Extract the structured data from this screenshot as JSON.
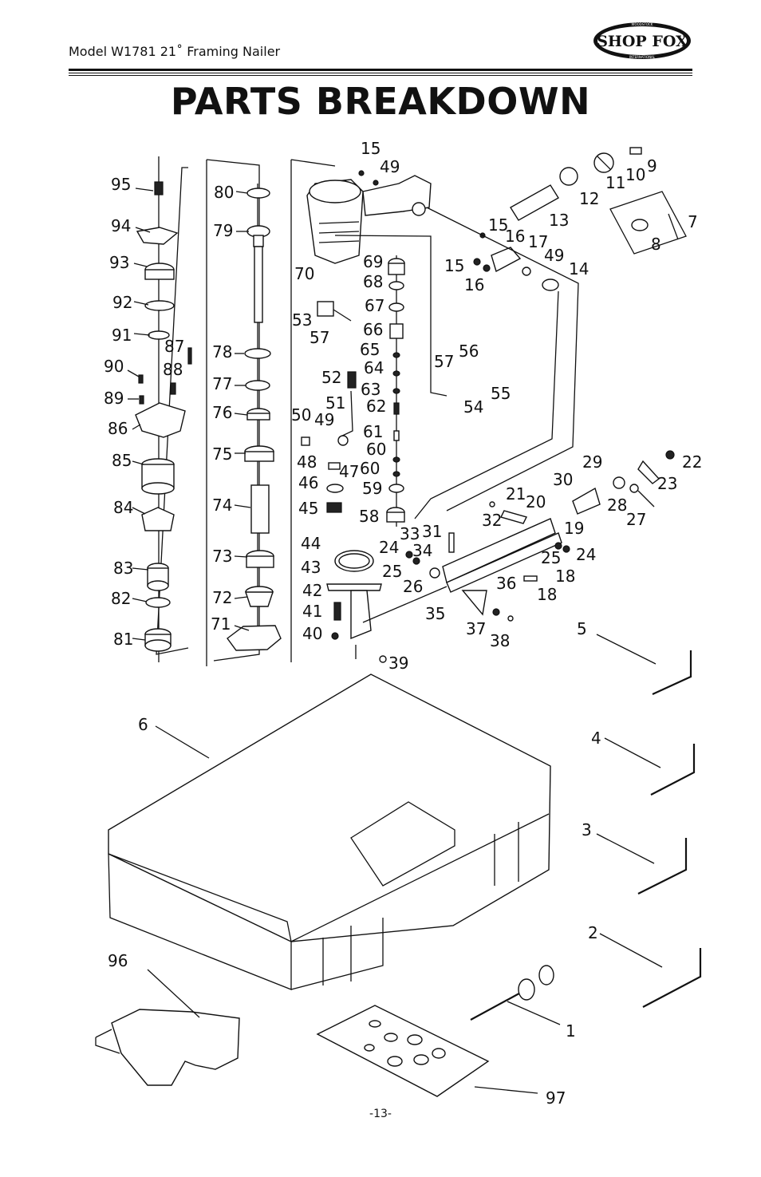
{
  "header": {
    "model": "Model W1781 21˚ Framing Nailer"
  },
  "logo": {
    "text": "SHOP FOX",
    "ring_top": "WOODSTOCK",
    "ring_bottom": "INTERNATIONAL"
  },
  "title": "PARTS BREAKDOWN",
  "labels": {
    "p1": "1",
    "p2": "2",
    "p3": "3",
    "p4": "4",
    "p5": "5",
    "p6": "6",
    "p7": "7",
    "p8": "8",
    "p9": "9",
    "p10": "10",
    "p11": "11",
    "p12": "12",
    "p13": "13",
    "p14": "14",
    "p15a": "15",
    "p15b": "15",
    "p15c": "15",
    "p16a": "16",
    "p16b": "16",
    "p17": "17",
    "p18a": "18",
    "p18b": "18",
    "p19": "19",
    "p20": "20",
    "p21": "21",
    "p22": "22",
    "p23": "23",
    "p24a": "24",
    "p24b": "24",
    "p25a": "25",
    "p25b": "25",
    "p26": "26",
    "p27": "27",
    "p28": "28",
    "p29": "29",
    "p30": "30",
    "p31": "31",
    "p32": "32",
    "p33": "33",
    "p34": "34",
    "p35": "35",
    "p36": "36",
    "p37": "37",
    "p38": "38",
    "p39": "39",
    "p40": "40",
    "p41": "41",
    "p42": "42",
    "p43": "43",
    "p44": "44",
    "p45": "45",
    "p46": "46",
    "p47": "47",
    "p48": "48",
    "p49a": "49",
    "p49b": "49",
    "p49c": "49",
    "p50": "50",
    "p51": "51",
    "p52": "52",
    "p53": "53",
    "p54": "54",
    "p55": "55",
    "p56": "56",
    "p57a": "57",
    "p57b": "57",
    "p58": "58",
    "p59": "59",
    "p60a": "60",
    "p60b": "60",
    "p61": "61",
    "p62": "62",
    "p63": "63",
    "p64": "64",
    "p65": "65",
    "p66": "66",
    "p67": "67",
    "p68": "68",
    "p69": "69",
    "p70": "70",
    "p71": "71",
    "p72": "72",
    "p73": "73",
    "p74": "74",
    "p75": "75",
    "p76": "76",
    "p77": "77",
    "p78": "78",
    "p79": "79",
    "p80": "80",
    "p81": "81",
    "p82": "82",
    "p83": "83",
    "p84": "84",
    "p85": "85",
    "p86": "86",
    "p87": "87",
    "p88": "88",
    "p89": "89",
    "p90": "90",
    "p91": "91",
    "p92": "92",
    "p93": "93",
    "p94": "94",
    "p95": "95",
    "p96": "96",
    "p97": "97"
  },
  "page_number": "-13-"
}
